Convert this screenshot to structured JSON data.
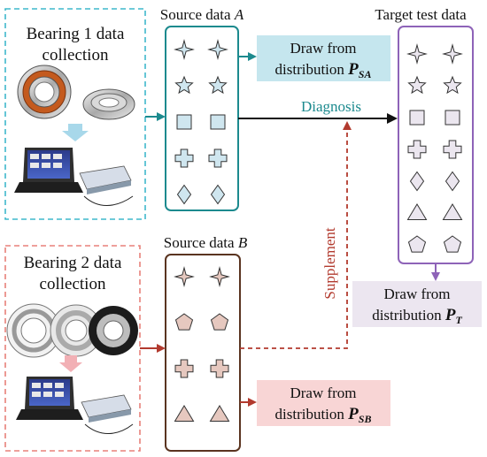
{
  "panel1": {
    "title_line1": "Bearing 1 data",
    "title_line2": "collection",
    "border_color": "#3fb8cc",
    "arrow_color": "#a8d8ea"
  },
  "panel2": {
    "title_line1": "Bearing 2 data",
    "title_line2": "collection",
    "border_color": "#e8807a",
    "arrow_color": "#f2b0b5"
  },
  "source_a": {
    "label_prefix": "Source data ",
    "label_var": "A",
    "border_color": "#1c8a8e",
    "fill_color": "#cfe6ef",
    "shapes": [
      "four-point-star",
      "five-point-star",
      "square",
      "plus",
      "diamond"
    ]
  },
  "source_b": {
    "label_prefix": "Source data ",
    "label_var": "B",
    "border_color": "#5a3420",
    "fill_color": "#e6c8bf",
    "shapes": [
      "four-point-star",
      "pentagon",
      "plus",
      "triangle"
    ]
  },
  "target": {
    "label": "Target test data",
    "border_color": "#8e63b8",
    "fill_color": "#ebe6ef",
    "shapes": [
      "four-point-star",
      "five-point-star",
      "square",
      "plus",
      "diamond",
      "triangle",
      "pentagon"
    ]
  },
  "dist_a": {
    "line1": "Draw from",
    "line2": "distribution ",
    "symbol": "P",
    "subscript": "SA",
    "bg": "#c5e6ee"
  },
  "dist_b": {
    "line1": "Draw from",
    "line2": "distribution ",
    "symbol": "P",
    "subscript": "SB",
    "bg": "#f8d5d5"
  },
  "dist_t": {
    "line1": "Draw from",
    "line2": "distribution ",
    "symbol": "P",
    "subscript": "T",
    "bg": "#ece6f0"
  },
  "diagnosis": {
    "label": "Diagnosis",
    "label_color": "#1c8a8e",
    "arrow_color": "#111111"
  },
  "supplement": {
    "label": "Supplement",
    "color": "#b23a2e"
  },
  "connector_a_color": "#1c8a8e",
  "connector_b_color": "#b23a2e",
  "dist_arrow_colors": {
    "a": "#1c8a8e",
    "b": "#b23a2e",
    "t": "#8e63b8"
  }
}
